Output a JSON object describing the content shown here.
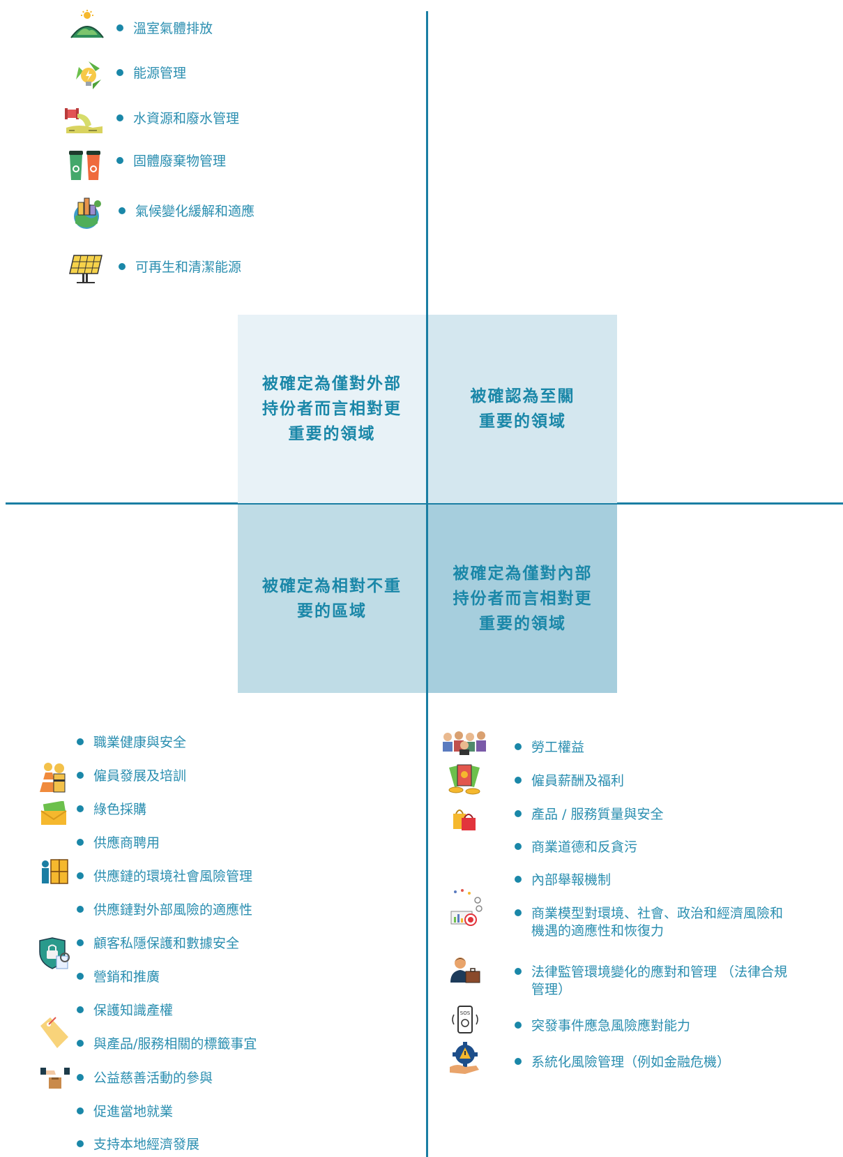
{
  "quadrants": {
    "top_left": "被確定為僅對外部持份者而言相對更重要的領域",
    "top_right": "被確認為至關重要的領域",
    "bottom_left": "被確定為相對不重要的區域",
    "bottom_right": "被確定為僅對內部持份者而言相對更重要的領域"
  },
  "environmental": [
    {
      "label": "溫室氣體排放",
      "icon": "earth-sun-icon"
    },
    {
      "label": "能源管理",
      "icon": "energy-recycle-icon"
    },
    {
      "label": "水資源和廢水管理",
      "icon": "wastewater-pipe-icon"
    },
    {
      "label": "固體廢棄物管理",
      "icon": "recycling-bins-icon"
    },
    {
      "label": "氣候變化緩解和適應",
      "icon": "city-globe-icon"
    },
    {
      "label": "可再生和清潔能源",
      "icon": "solar-panel-icon"
    }
  ],
  "external_low": [
    "職業健康與安全",
    "僱員發展及培訓",
    "綠色採購",
    "供應商聘用",
    "供應鏈的環境社會風險管理",
    "供應鏈對外部風險的適應性",
    "顧客私隱保護和數據安全",
    "營銷和推廣",
    "保護知識產權",
    "與產品/服務相關的標籤事宜",
    "公益慈善活動的參與",
    "促進當地就業",
    "支持本地經濟發展"
  ],
  "internal_high": [
    "勞工權益",
    "僱員薪酬及福利",
    "產品 / 服務質量與安全",
    "商業道德和反貪污",
    "內部舉報機制",
    "商業模型對環境、社會、政治和經濟風險和機遇的適應性和恢復力",
    "法律監管環境變化的應對和管理 （法律合規管理）",
    "突發事件應急風險應對能力",
    "系統化風險管理（例如金融危機）"
  ],
  "icons_left": [
    "construction-workers-icon",
    "money-envelope-icon",
    "supply-chain-icon",
    "privacy-shield-icon",
    "price-tag-icon",
    "charity-box-icon"
  ],
  "icons_right": [
    "employees-group-icon",
    "salary-coins-icon",
    "shopping-bags-icon",
    "business-model-icon",
    "lawyer-icon",
    "sos-phone-icon",
    "risk-gear-icon"
  ],
  "colors": {
    "accent": "#1a87a8",
    "axis": "#1a7ea3",
    "text": "#2a8eb0"
  }
}
